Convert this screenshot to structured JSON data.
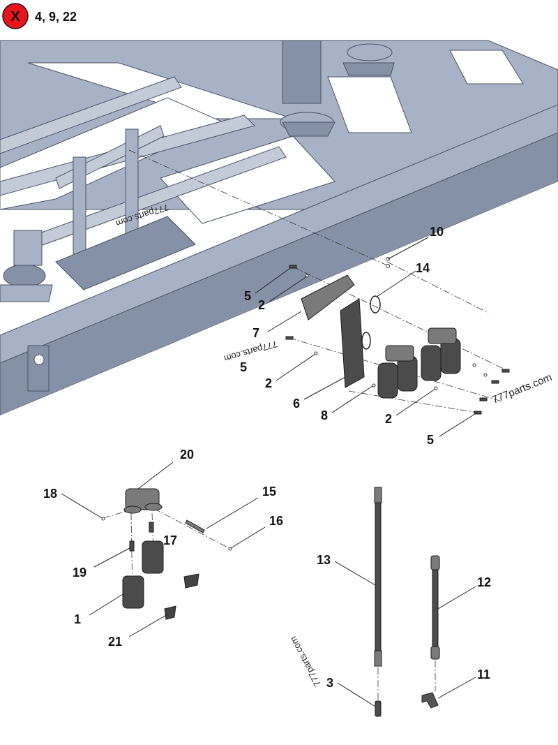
{
  "excluded_badge": {
    "symbol": "X",
    "text": "4, 9, 22"
  },
  "watermarks": {
    "w1": "777parts.com",
    "w2": "777parts.com",
    "w3": "777parts.com",
    "w4": "777parts.com"
  },
  "callouts": {
    "c10": "10",
    "c14": "14",
    "c5a": "5",
    "c2a": "2",
    "c7": "7",
    "c5b": "5",
    "c2b": "2",
    "c6": "6",
    "c8": "8",
    "c2c": "2",
    "c5c": "5",
    "c20": "20",
    "c18": "18",
    "c15": "15",
    "c16": "16",
    "c17": "17",
    "c19": "19",
    "c1": "1",
    "c21": "21",
    "c13": "13",
    "c12": "12",
    "c3": "3",
    "c11": "11"
  },
  "colors": {
    "badge_fill": "#e8141c",
    "frame": "#a7b2c6",
    "part": "#4b4b4b"
  }
}
